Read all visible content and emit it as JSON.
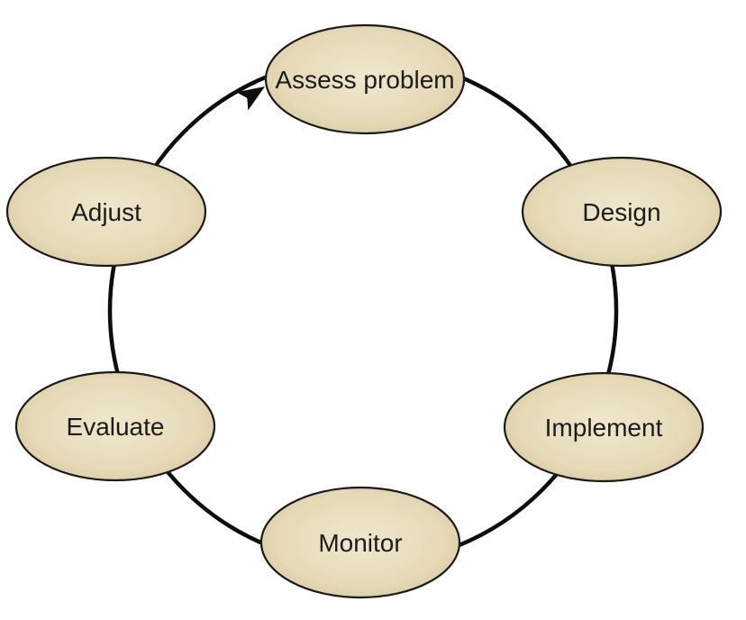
{
  "diagram": {
    "type": "cycle",
    "direction": "clockwise",
    "nodes": [
      {
        "id": "assess-problem",
        "label": "Assess problem",
        "position": "top"
      },
      {
        "id": "design",
        "label": "Design",
        "position": "upper-right"
      },
      {
        "id": "implement",
        "label": "Implement",
        "position": "lower-right"
      },
      {
        "id": "monitor",
        "label": "Monitor",
        "position": "bottom"
      },
      {
        "id": "evaluate",
        "label": "Evaluate",
        "position": "lower-left"
      },
      {
        "id": "adjust",
        "label": "Adjust",
        "position": "upper-left"
      }
    ],
    "colors": {
      "node_fill_center": "#f0e7cd",
      "node_fill_mid": "#e5d9b6",
      "node_fill_edge": "#c7b685",
      "node_stroke": "#1a1a1a",
      "arrow": "#0d0d0d",
      "text": "#1c1c1c",
      "background": "#ffffff"
    }
  }
}
